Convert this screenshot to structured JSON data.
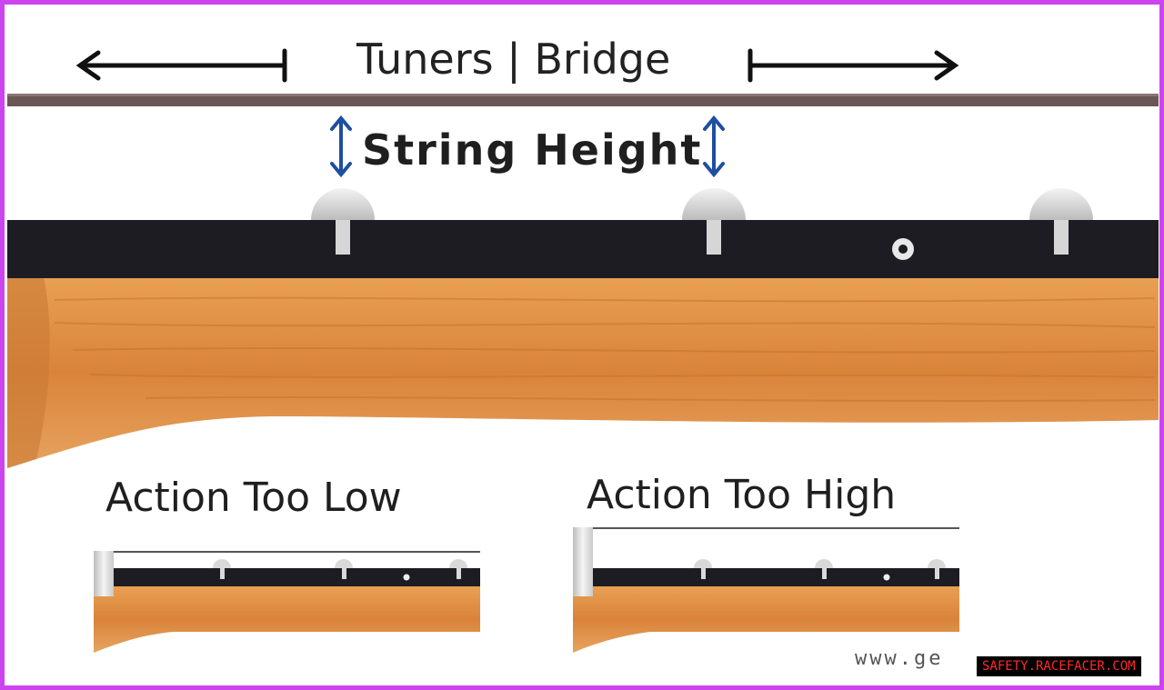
{
  "diagram": {
    "top_label": "Tuners | Bridge",
    "main_label": "String Height",
    "low_panel_label": "Action Too Low",
    "high_panel_label": "Action Too High",
    "website_text": "www.ge",
    "colors": {
      "frame": "#cc44ee",
      "string": "#6b5656",
      "fretboard": "#1c1c22",
      "neck": "#dc8a3e",
      "arrow_blue": "#1e4fa0",
      "fret": "#d6d6d6"
    }
  },
  "watermark": {
    "text": "SAFETY.RACEFACER.COM"
  }
}
